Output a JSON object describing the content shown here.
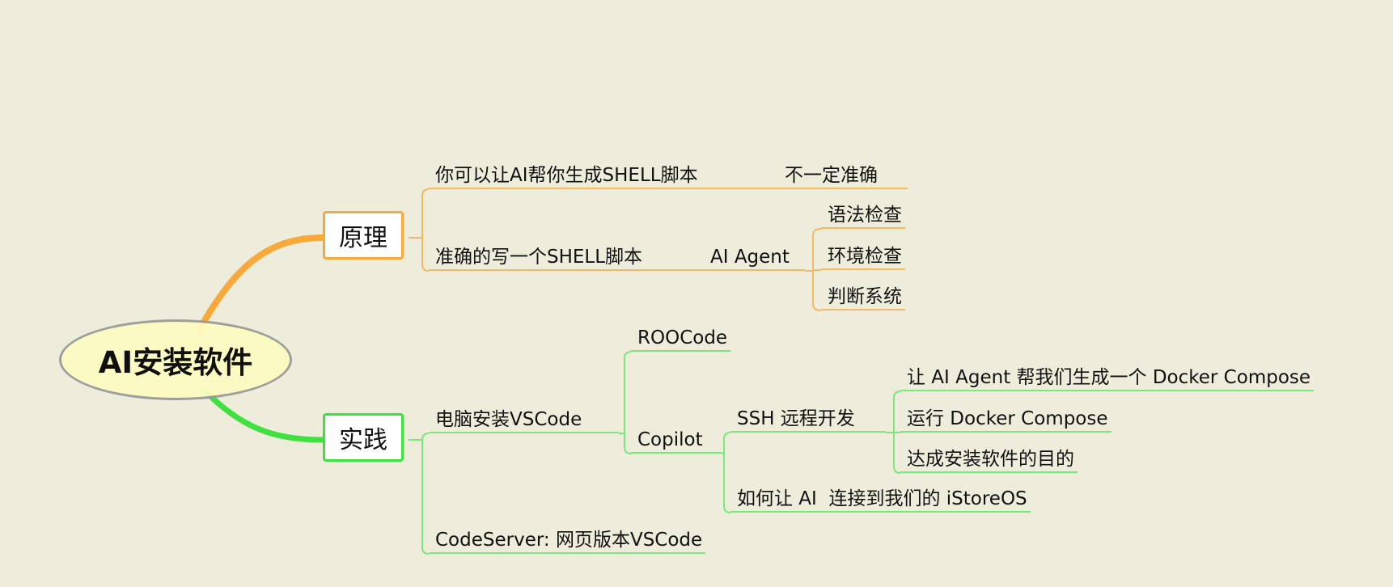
{
  "colors": {
    "background": "#eeeddb",
    "orange": "#f9a83a",
    "green": "#40e040"
  },
  "root": {
    "label": "AI安装软件"
  },
  "branches": [
    {
      "label": "原理",
      "children": [
        {
          "label": "你可以让AI帮你生成SHELL脚本",
          "children": [
            {
              "label": "不一定准确"
            }
          ]
        },
        {
          "label": "准确的写一个SHELL脚本",
          "children": [
            {
              "label": "AI Agent",
              "children": [
                {
                  "label": "语法检查"
                },
                {
                  "label": "环境检查"
                },
                {
                  "label": "判断系统"
                }
              ]
            }
          ]
        }
      ]
    },
    {
      "label": "实践",
      "children": [
        {
          "label": "电脑安装VSCode",
          "children": [
            {
              "label": "ROOCode"
            },
            {
              "label": "Copilot",
              "children": [
                {
                  "label": "SSH 远程开发",
                  "children": [
                    {
                      "label": "让 AI Agent 帮我们生成一个 Docker Compose"
                    },
                    {
                      "label": "运行 Docker Compose"
                    },
                    {
                      "label": "达成安装软件的目的"
                    }
                  ]
                },
                {
                  "label": "如何让 AI  连接到我们的 iStoreOS"
                }
              ]
            }
          ]
        },
        {
          "label": "CodeServer: 网页版本VSCode"
        }
      ]
    }
  ]
}
